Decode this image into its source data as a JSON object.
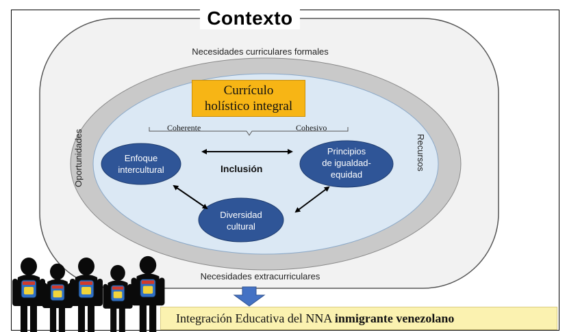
{
  "title": "Contexto",
  "outer_ring": {
    "top": "Necesidades curriculares formales",
    "bottom": "Necesidades extracurriculares",
    "left": "Oportunidades",
    "right": "Recursos"
  },
  "curriculum_box": {
    "line1": "Currículo",
    "line2": "holístico integral"
  },
  "bracket_labels": {
    "left": "Coherente",
    "right": "Cohesivo"
  },
  "center_label": "Inclusión",
  "nodes": {
    "enfoque": {
      "line1": "Enfoque",
      "line2": "intercultural"
    },
    "principios": {
      "line1": "Principios",
      "line2": "de igualdad-",
      "line3": "equidad"
    },
    "diversidad": {
      "line1": "Diversidad",
      "line2": "cultural"
    }
  },
  "banner": {
    "prefix": "Integración Educativa del NNA ",
    "bold1": "inmigrante",
    "bold2": " venezolano"
  },
  "colors": {
    "outer_box_fill": "#f2f2f2",
    "ring_fill": "#c9c9c9",
    "inner_ellipse_fill": "#dbe8f4",
    "node_fill": "#2f5597",
    "curriculum_fill": "#f7b515",
    "banner_fill": "#fbf2b0",
    "arrow_down_fill": "#4472c4"
  }
}
